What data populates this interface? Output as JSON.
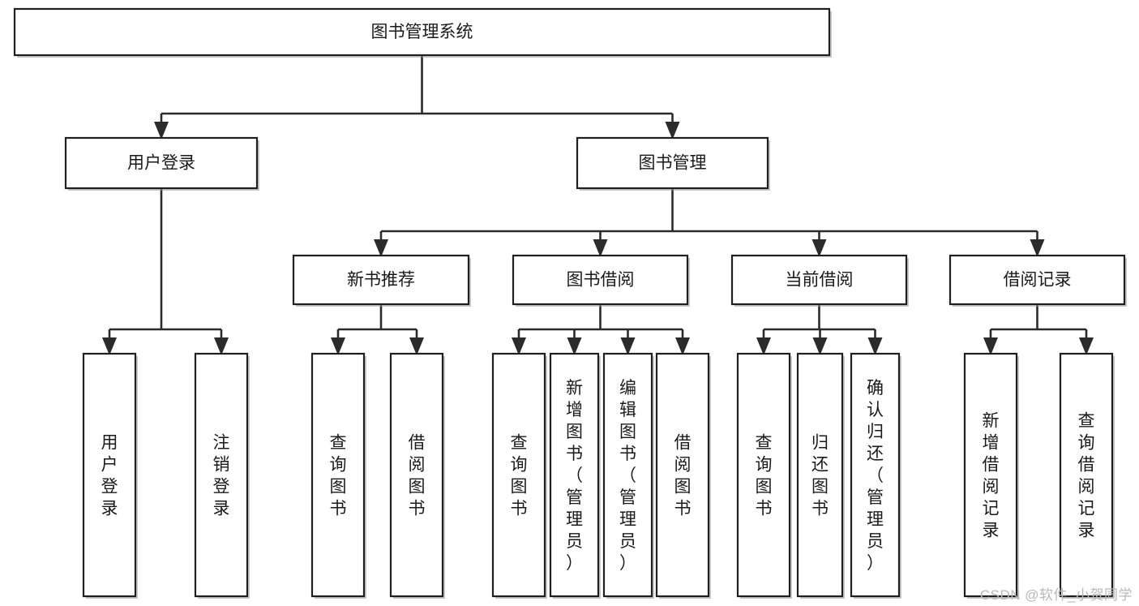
{
  "diagram": {
    "type": "hierarchy-tree",
    "title": "图书管理系统",
    "orientation": "top-down",
    "watermark": "CSDN @软件_小贺同学",
    "colors": {
      "box_stroke": "#1f1f1f",
      "box_fill": "#ffffff",
      "connector": "#2b2b2b",
      "text": "#1a1a1a",
      "watermark": "#b9b9b9",
      "background": "#ffffff"
    },
    "levels": {
      "root": "图书管理系统",
      "level2": [
        "用户登录",
        "图书管理"
      ],
      "level3": [
        "新书推荐",
        "图书借阅",
        "当前借阅",
        "借阅记录"
      ]
    },
    "nodes": {
      "root": {
        "id": "root",
        "label": "图书管理系统",
        "orient": "horizontal"
      },
      "n_user_login": {
        "id": "n_user_login",
        "label": "用户登录",
        "orient": "horizontal"
      },
      "n_book_mgmt": {
        "id": "n_book_mgmt",
        "label": "图书管理",
        "orient": "horizontal"
      },
      "n_new_book_rec": {
        "id": "n_new_book_rec",
        "label": "新书推荐",
        "orient": "horizontal"
      },
      "n_book_borrow": {
        "id": "n_book_borrow",
        "label": "图书借阅",
        "orient": "horizontal"
      },
      "n_current_borrow": {
        "id": "n_current_borrow",
        "label": "当前借阅",
        "orient": "horizontal"
      },
      "n_borrow_record": {
        "id": "n_borrow_record",
        "label": "借阅记录",
        "orient": "horizontal"
      },
      "l_user_login": {
        "id": "l_user_login",
        "label": "用户登录",
        "orient": "vertical"
      },
      "l_logout": {
        "id": "l_logout",
        "label": "注销登录",
        "orient": "vertical"
      },
      "l_query_book_1": {
        "id": "l_query_book_1",
        "label": "查询图书",
        "orient": "vertical"
      },
      "l_borrow_book_1": {
        "id": "l_borrow_book_1",
        "label": "借阅图书",
        "orient": "vertical"
      },
      "l_query_book_2": {
        "id": "l_query_book_2",
        "label": "查询图书",
        "orient": "vertical"
      },
      "l_add_book": {
        "id": "l_add_book",
        "label": "新增图书（管理员）",
        "orient": "vertical"
      },
      "l_edit_book": {
        "id": "l_edit_book",
        "label": "编辑图书（管理员）",
        "orient": "vertical"
      },
      "l_borrow_book_2": {
        "id": "l_borrow_book_2",
        "label": "借阅图书",
        "orient": "vertical"
      },
      "l_query_book_3": {
        "id": "l_query_book_3",
        "label": "查询图书",
        "orient": "vertical"
      },
      "l_return_book": {
        "id": "l_return_book",
        "label": "归还图书",
        "orient": "vertical"
      },
      "l_confirm_return": {
        "id": "l_confirm_return",
        "label": "确认归还（管理员）",
        "orient": "vertical"
      },
      "l_add_record": {
        "id": "l_add_record",
        "label": "新增借阅记录",
        "orient": "vertical"
      },
      "l_query_record": {
        "id": "l_query_record",
        "label": "查询借阅记录",
        "orient": "vertical"
      }
    },
    "edges": [
      {
        "from": "root",
        "to": "n_user_login"
      },
      {
        "from": "root",
        "to": "n_book_mgmt"
      },
      {
        "from": "n_user_login",
        "to": "l_user_login"
      },
      {
        "from": "n_user_login",
        "to": "l_logout"
      },
      {
        "from": "n_book_mgmt",
        "to": "n_new_book_rec"
      },
      {
        "from": "n_book_mgmt",
        "to": "n_book_borrow"
      },
      {
        "from": "n_book_mgmt",
        "to": "n_current_borrow"
      },
      {
        "from": "n_book_mgmt",
        "to": "n_borrow_record"
      },
      {
        "from": "n_new_book_rec",
        "to": "l_query_book_1"
      },
      {
        "from": "n_new_book_rec",
        "to": "l_borrow_book_1"
      },
      {
        "from": "n_book_borrow",
        "to": "l_query_book_2"
      },
      {
        "from": "n_book_borrow",
        "to": "l_add_book"
      },
      {
        "from": "n_book_borrow",
        "to": "l_edit_book"
      },
      {
        "from": "n_book_borrow",
        "to": "l_borrow_book_2"
      },
      {
        "from": "n_current_borrow",
        "to": "l_query_book_3"
      },
      {
        "from": "n_current_borrow",
        "to": "l_return_book"
      },
      {
        "from": "n_current_borrow",
        "to": "l_confirm_return"
      },
      {
        "from": "n_borrow_record",
        "to": "l_add_record"
      },
      {
        "from": "n_borrow_record",
        "to": "l_query_record"
      }
    ]
  }
}
